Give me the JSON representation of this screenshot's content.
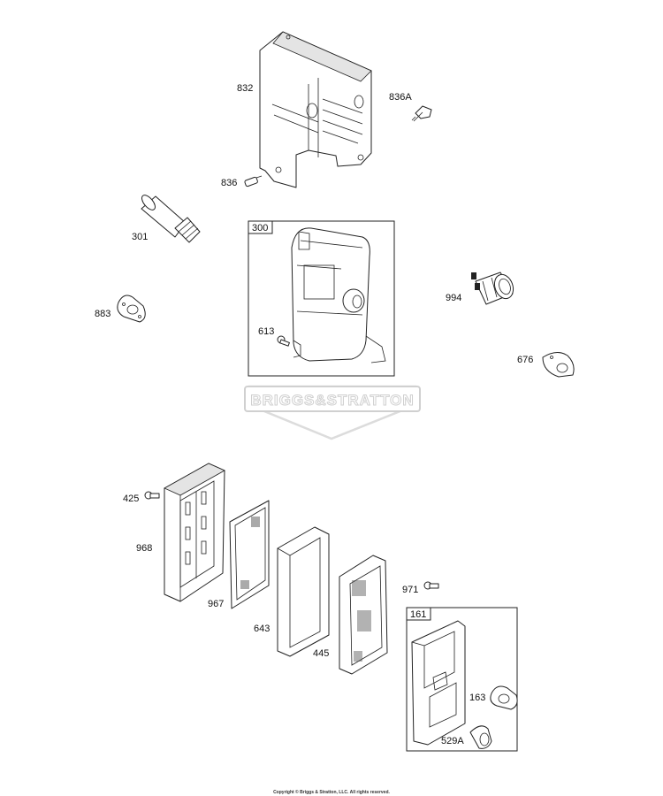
{
  "watermark": {
    "brand": "BRIGGS&STRATTON"
  },
  "labels": {
    "p832": "832",
    "p836A": "836A",
    "p836": "836",
    "p301": "301",
    "p300": "300",
    "p994": "994",
    "p883": "883",
    "p613": "613",
    "p676": "676",
    "p425": "425",
    "p968": "968",
    "p967": "967",
    "p643": "643",
    "p445": "445",
    "p971": "971",
    "p161": "161",
    "p163": "163",
    "p529A": "529A"
  },
  "footer": {
    "copyright": "Copyright © Briggs & Stratton, LLC. All rights reserved."
  }
}
